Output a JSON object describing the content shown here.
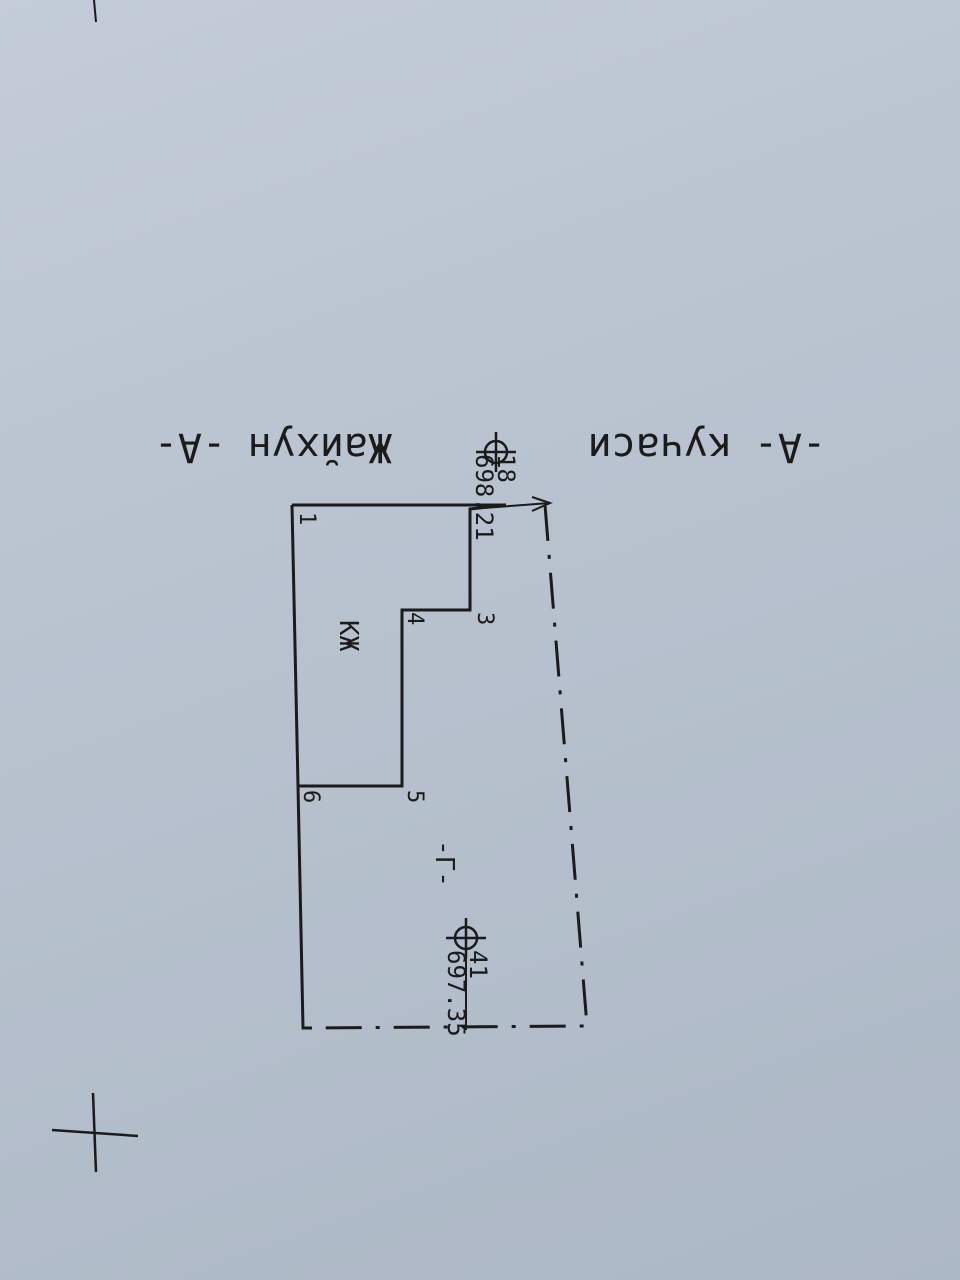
{
  "street": {
    "line_a": "Жайхун",
    "line_b": "кучаси",
    "marker_left": "-A-",
    "marker_right": "-A-"
  },
  "plot": {
    "building_label": "КЖ",
    "yard_label": "-Г-",
    "points": [
      "1",
      "3",
      "4",
      "5",
      "6"
    ]
  },
  "benchmarks": [
    {
      "id": "18",
      "elevation": "698.21"
    },
    {
      "id": "41",
      "elevation": "697.35"
    }
  ],
  "colors": {
    "paper": "#b8c2cf",
    "ink": "#1b1b1b"
  },
  "icons": {
    "benchmark": "circle-crosshair-icon",
    "registration": "crosshair-icon",
    "north_arrow": "arrow-icon"
  }
}
